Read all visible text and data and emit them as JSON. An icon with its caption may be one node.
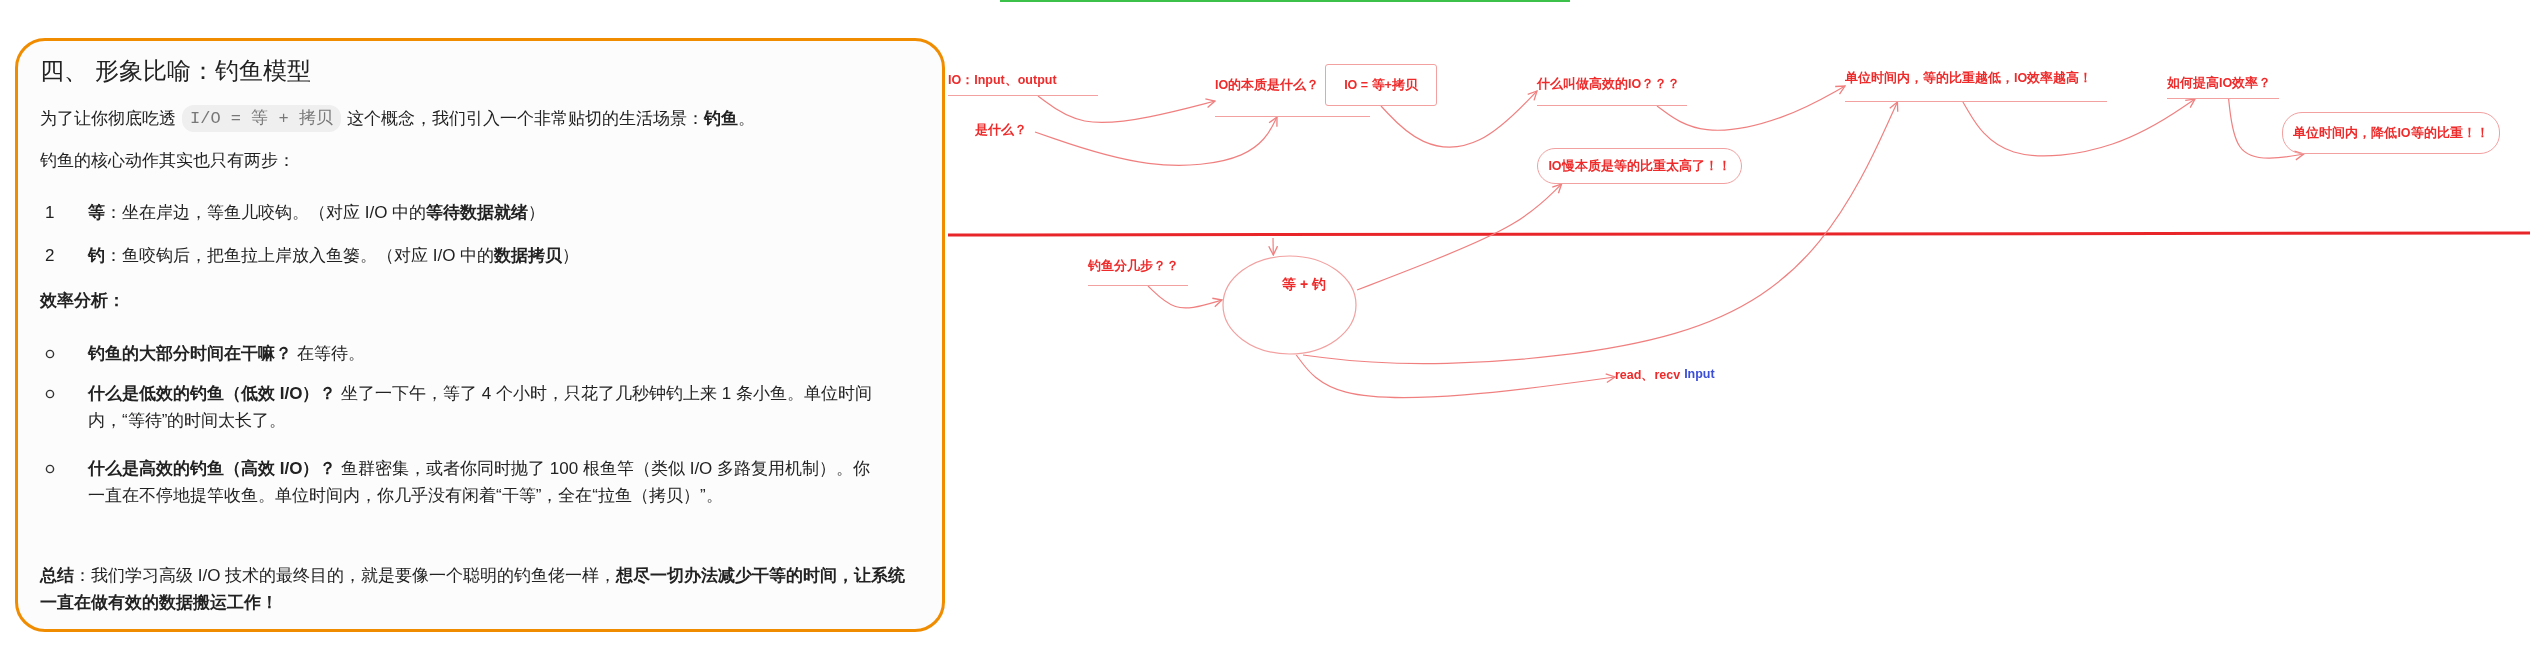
{
  "diagram": {
    "nodes": [
      {
        "text": [
          "四、 形象比喻：钓鱼模型",
          "为了让你彻底吃透",
          "I/O = 等 + 拷贝",
          "这个概念，我们引入一个非常贴切的生活场景：**钓鱼**。",
          "钓鱼的核心动作其实也只有两步：",
          "1",
          "**等**：坐在岸边，等鱼儿咬钩。（对应 I/O 中的**等待数据就绪**）",
          "2",
          "**钓**：鱼咬钩后，把鱼拉上岸放入鱼篓。（对应 I/O 中的**数据拷贝**）",
          "效率分析：",
          "**钓鱼的大部分时间在干嘛？** 在等待。",
          "**什么是低效的钓鱼（低效 I/O）？** 坐了一下午，等了 4 个小时，只花了几秒钟钓上来 1 条小鱼。单位时间内，“等待”的时间太长了。",
          "**什么是高效的钓鱼（高效 I/O）？** 鱼群密集，或者你同时抛了 100 根鱼竿（类似 I/O 多路复用机制）。你一直在不停地提竿收鱼。单位时间内，你几乎没有闲着“干等”，全在“拉鱼（拷贝）”。",
          "**总结**：我们学习高级 I/O 技术的最终目的，就是要像一个聪明的钓鱼佬一样，**想尽一切办法减少干等的时间，让系统一直在做有效的数据搬运工作！**"
        ]
      },
      {
        "text": [
          "IO：Input、output"
        ]
      },
      {
        "text": [
          "是什么？"
        ]
      },
      {
        "text": [
          "IO的本质是什么？"
        ]
      },
      {
        "text": [
          "IO = 等+拷贝"
        ]
      },
      {
        "text": [
          "什么叫做高效的IO？？？"
        ]
      },
      {
        "text": [
          "IO慢本质是等的比重太高了！！"
        ]
      },
      {
        "text": [
          "单位时间内，等的比重越低，IO效率越高！"
        ]
      },
      {
        "text": [
          "如何提高IO效率？"
        ]
      },
      {
        "text": [
          "单位时间内，降低IO等的比重！！"
        ]
      },
      {
        "text": [
          "钓鱼分几步？？"
        ]
      },
      {
        "text": [
          "等 + 钓"
        ]
      },
      {
        "text": [
          "read、recv",
          "Input"
        ]
      }
    ],
    "edges": [
      {
        "from": 1,
        "to": 3,
        "arrow": "to"
      },
      {
        "from": 2,
        "to": 3,
        "arrow": "to"
      },
      {
        "from": 4,
        "to": 5,
        "arrow": "to"
      },
      {
        "from": 5,
        "to": 7,
        "arrow": "to"
      },
      {
        "from": 11,
        "to": 6,
        "arrow": "to"
      },
      {
        "from": 11,
        "to": 7,
        "arrow": "to"
      },
      {
        "from": 7,
        "to": 8,
        "arrow": "to"
      },
      {
        "from": 8,
        "to": 9,
        "arrow": "to"
      },
      {
        "from": 10,
        "to": 11,
        "arrow": "to"
      },
      {
        "from": null,
        "to": 11,
        "arrow": "to"
      },
      {
        "from": 11,
        "to": 12,
        "arrow": "to"
      }
    ]
  }
}
